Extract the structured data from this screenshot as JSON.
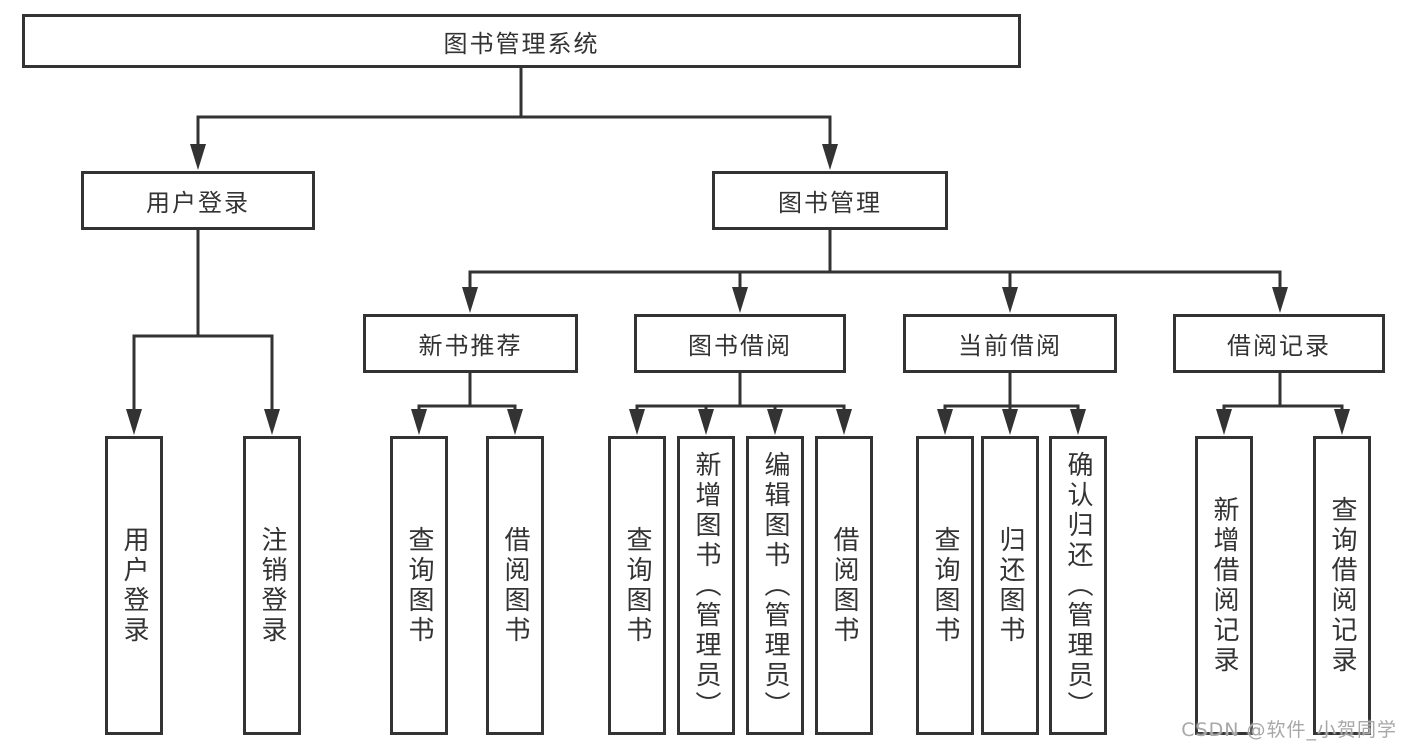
{
  "colors": {
    "line": "#333333",
    "text": "#333333",
    "box_fill": "#ffffff",
    "watermark": "#a8a8a8"
  },
  "watermark": {
    "text": "CSDN @软件_小贺同学"
  },
  "tree": {
    "root": {
      "label": "图书管理系统",
      "children": [
        {
          "label": "用户登录",
          "children": [
            {
              "label": "用户登录"
            },
            {
              "label": "注销登录"
            }
          ]
        },
        {
          "label": "图书管理",
          "children": [
            {
              "label": "新书推荐",
              "children": [
                {
                  "label": "查询图书"
                },
                {
                  "label": "借阅图书"
                }
              ]
            },
            {
              "label": "图书借阅",
              "children": [
                {
                  "label": "查询图书"
                },
                {
                  "label": "新增图书（管理员）"
                },
                {
                  "label": "编辑图书（管理员）"
                },
                {
                  "label": "借阅图书"
                }
              ]
            },
            {
              "label": "当前借阅",
              "children": [
                {
                  "label": "查询图书"
                },
                {
                  "label": "归还图书"
                },
                {
                  "label": "确认归还（管理员）"
                }
              ]
            },
            {
              "label": "借阅记录",
              "children": [
                {
                  "label": "新增借阅记录"
                },
                {
                  "label": "查询借阅记录"
                }
              ]
            }
          ]
        }
      ]
    }
  }
}
